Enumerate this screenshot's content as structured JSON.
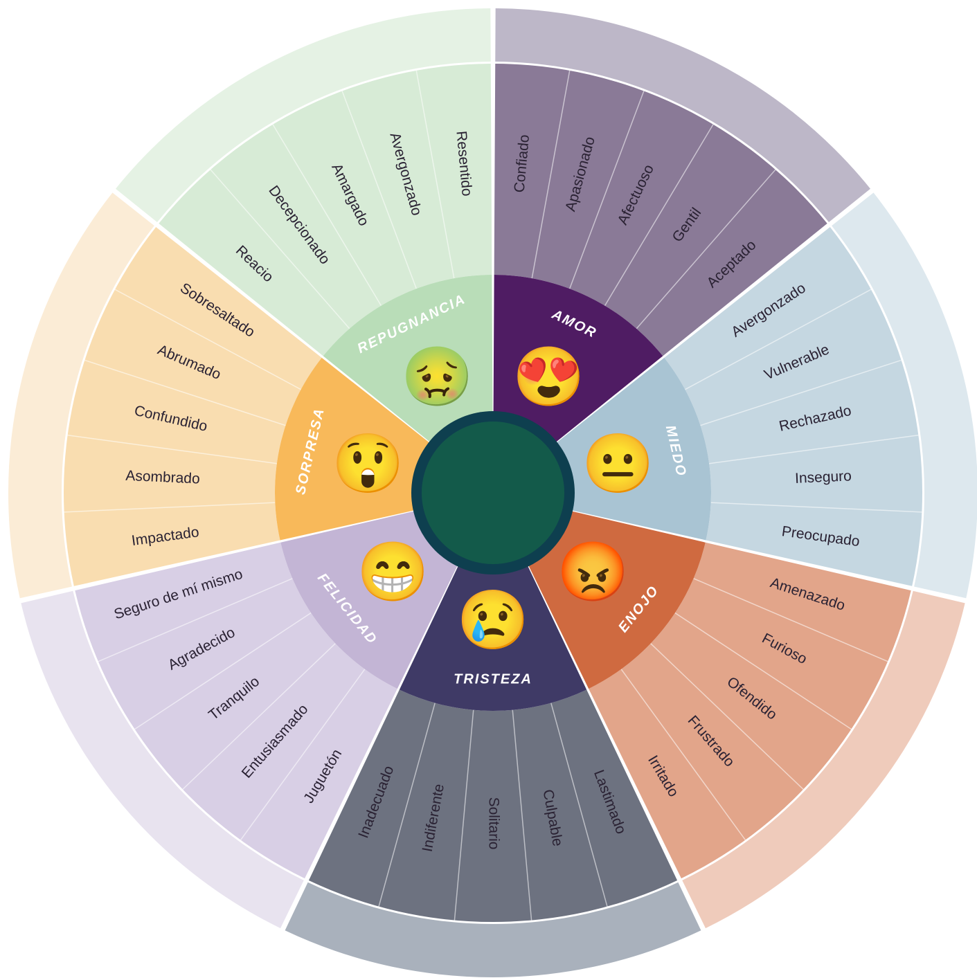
{
  "wheel": {
    "center_color": "#135a4a",
    "center_ring_color": "#0e3f4f",
    "sectors": [
      {
        "core": "AMOR",
        "emoji": "😍",
        "emoji_name": "heart-eyes-emoji",
        "core_color": "#4f1c63",
        "sub_color": "#8a7a97",
        "outer_color": "#bdb7c8",
        "items": [
          "Confiado",
          "Apasionado",
          "Afectuoso",
          "Gentil",
          "Aceptado"
        ]
      },
      {
        "core": "MIEDO",
        "emoji": "😐",
        "emoji_name": "neutral-face-emoji",
        "core_color": "#a9c4d3",
        "sub_color": "#c5d7e1",
        "outer_color": "#dde8ee",
        "items": [
          "Avergonzado",
          "Vulnerable",
          "Rechazado",
          "Inseguro",
          "Preocupado"
        ]
      },
      {
        "core": "ENOJO",
        "emoji": "😡",
        "emoji_name": "angry-face-emoji",
        "core_color": "#cf6a40",
        "sub_color": "#e2a58a",
        "outer_color": "#efcbbb",
        "items": [
          "Amenazado",
          "Furioso",
          "Ofendido",
          "Frustrado",
          "Irritado"
        ]
      },
      {
        "core": "TRISTEZA",
        "emoji": "😢",
        "emoji_name": "crying-face-emoji",
        "core_color": "#3f3a66",
        "sub_color": "#6d7280",
        "outer_color": "#a9b1bc",
        "items": [
          "Lastimado",
          "Culpable",
          "Solitario",
          "Indiferente",
          "Inadecuado"
        ]
      },
      {
        "core": "FELICIDAD",
        "emoji": "😁",
        "emoji_name": "grinning-face-emoji",
        "core_color": "#c3b5d5",
        "sub_color": "#d8cfe5",
        "outer_color": "#e8e3ef",
        "items": [
          "Juguetón",
          "Entusiasmado",
          "Tranquilo",
          "Agradecido",
          "Seguro de mí mismo"
        ]
      },
      {
        "core": "SORPRESA",
        "emoji": "😲",
        "emoji_name": "astonished-face-emoji",
        "core_color": "#f8b95a",
        "sub_color": "#f9ddb0",
        "outer_color": "#fbecd6",
        "items": [
          "Impactado",
          "Asombrado",
          "Confundido",
          "Abrumado",
          "Sobresaltado"
        ]
      },
      {
        "core": "REPUGNANCIA",
        "emoji": "🤢",
        "emoji_name": "nauseated-face-emoji",
        "core_color": "#b9ddb8",
        "sub_color": "#d7ebd6",
        "outer_color": "#e5f2e4",
        "items": [
          "Reacio",
          "Decepcionado",
          "Amargado",
          "Avergonzado",
          "Resentido"
        ]
      }
    ]
  }
}
